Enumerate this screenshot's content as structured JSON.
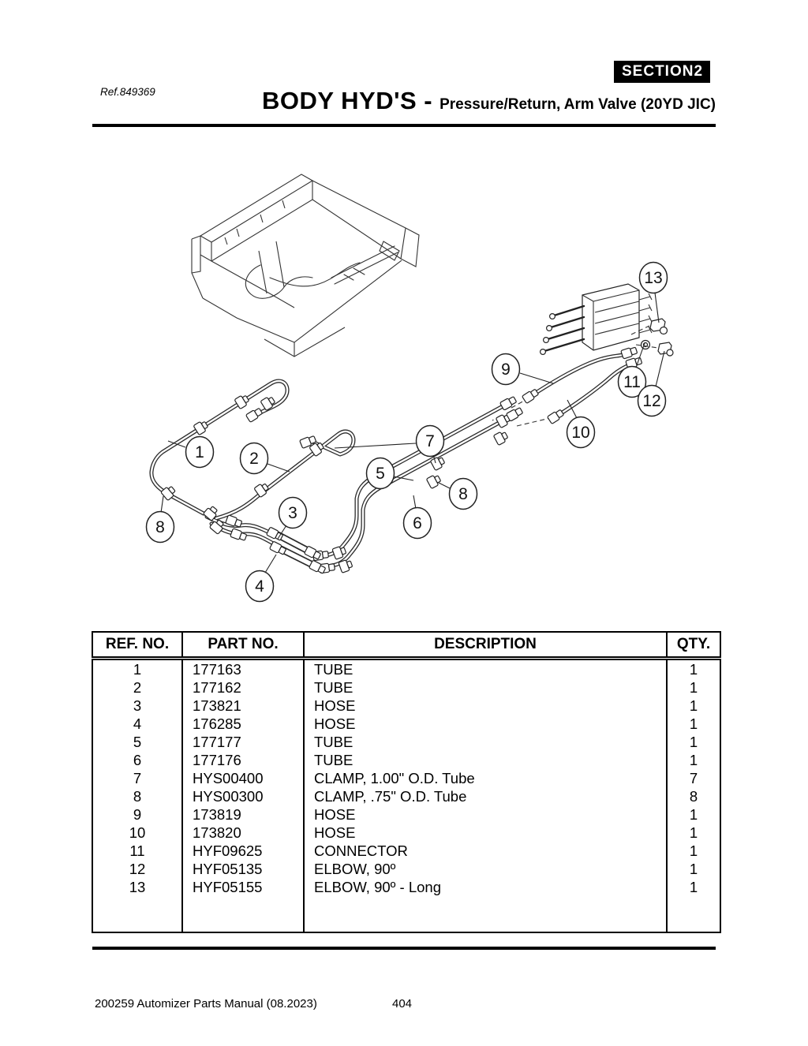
{
  "header": {
    "section_label": "SECTION",
    "section_number": "2",
    "ref": "Ref.849369",
    "title": "BODY HYD'S -",
    "subtitle": "Pressure/Return, Arm Valve (20YD JIC)"
  },
  "table": {
    "columns": [
      "REF. NO.",
      "PART NO.",
      "DESCRIPTION",
      "QTY."
    ],
    "rows": [
      [
        "1",
        "177163",
        "TUBE",
        "1"
      ],
      [
        "2",
        "177162",
        "TUBE",
        "1"
      ],
      [
        "3",
        "173821",
        "HOSE",
        "1"
      ],
      [
        "4",
        "176285",
        "HOSE",
        "1"
      ],
      [
        "5",
        "177177",
        "TUBE",
        "1"
      ],
      [
        "6",
        "177176",
        "TUBE",
        "1"
      ],
      [
        "7",
        "HYS00400",
        "CLAMP, 1.00\" O.D. Tube",
        "7"
      ],
      [
        "8",
        "HYS00300",
        "CLAMP, .75\" O.D. Tube",
        "8"
      ],
      [
        "9",
        "173819",
        "HOSE",
        "1"
      ],
      [
        "10",
        "173820",
        "HOSE",
        "1"
      ],
      [
        "11",
        "HYF09625",
        "CONNECTOR",
        "1"
      ],
      [
        "12",
        "HYF05135",
        "ELBOW, 90º",
        "1"
      ],
      [
        "13",
        "HYF05155",
        "ELBOW, 90º - Long",
        "1"
      ]
    ]
  },
  "callouts": [
    {
      "label": "1"
    },
    {
      "label": "2"
    },
    {
      "label": "3"
    },
    {
      "label": "4"
    },
    {
      "label": "5"
    },
    {
      "label": "6"
    },
    {
      "label": "7"
    },
    {
      "label": "8"
    },
    {
      "label": "8"
    },
    {
      "label": "9"
    },
    {
      "label": "10"
    },
    {
      "label": "11"
    },
    {
      "label": "12"
    },
    {
      "label": "13"
    }
  ],
  "footer": {
    "left": "200259 Automizer Parts Manual (08.2023)",
    "page": "404"
  }
}
